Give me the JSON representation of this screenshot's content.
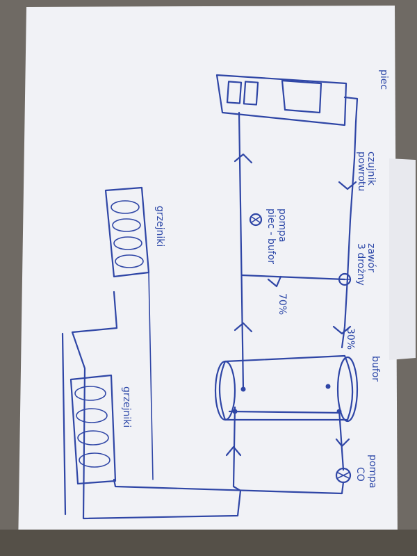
{
  "diagram": {
    "labels": {
      "piec": "piec",
      "pompa_piec_bufor_line1": "pompa",
      "pompa_piec_bufor_line2": "piec - bufor",
      "czujnik_line1": "czujnik",
      "czujnik_line2": "powrotu",
      "zawor_line1": "zawór",
      "zawor_line2": "3 drożny",
      "pct_70": "70%",
      "pct_30": "30%",
      "bufor": "bufor",
      "pompa_co_line1": "pompa",
      "pompa_co_line2": "CO",
      "grzejniki_top": "grzejniki",
      "grzejniki_bottom": "grzejniki"
    },
    "colors": {
      "ink": "#2f46a6",
      "paper": "#f3f3f6",
      "background": "#6f6a64"
    }
  }
}
